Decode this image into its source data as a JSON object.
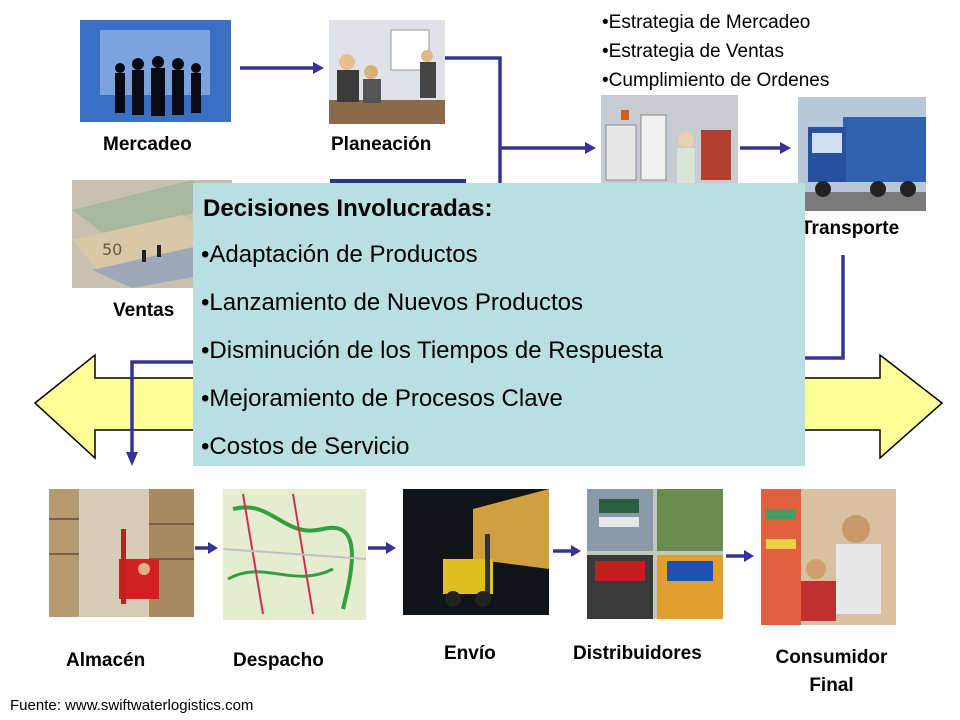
{
  "stages_top": {
    "mercadeo": "Mercadeo",
    "planeacion": "Planeación",
    "ventas": "Ventas",
    "transporte": "Transporte"
  },
  "strategy_bullets": [
    "•Estrategia de Mercadeo",
    "•Estrategia de Ventas",
    "•Cumplimiento de Ordenes"
  ],
  "decisions": {
    "title": "Decisiones Involucradas:",
    "items": [
      "•Adaptación de Productos",
      "•Lanzamiento de Nuevos Productos",
      "•Disminución de los Tiempos de Respuesta",
      "•Mejoramiento de Procesos Clave",
      "•Costos de Servicio"
    ]
  },
  "stages_bottom": {
    "almacen": "Almacén",
    "despacho": "Despacho",
    "envio": "Envío",
    "distribuidores": "Distribuidores",
    "consumidor": [
      "Consumidor",
      "Final"
    ]
  },
  "source": "Fuente: www.swiftwaterlogistics.com",
  "colors": {
    "arrow_fill": "#ffff99",
    "panel": "#b9dfe0",
    "connector": "#333399"
  }
}
